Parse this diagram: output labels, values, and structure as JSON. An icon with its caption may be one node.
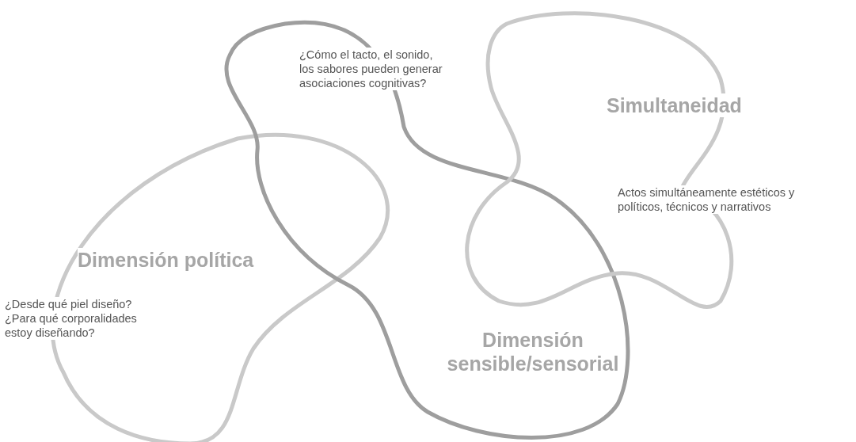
{
  "diagram": {
    "nodes": [
      {
        "text": [
          "Dimensión política",
          "¿Desde qué piel diseño? ¿Para qué corporalidades estoy diseñando?"
        ]
      },
      {
        "text": [
          "¿Cómo el tacto, el sonido, los sabores pueden generar asociaciones cognitivas?",
          "Dimensión sensible/sensorial"
        ]
      },
      {
        "text": [
          "Simultaneidad",
          "Actos simultáneamente estéticos y políticos, técnicos y narrativos"
        ]
      }
    ]
  }
}
